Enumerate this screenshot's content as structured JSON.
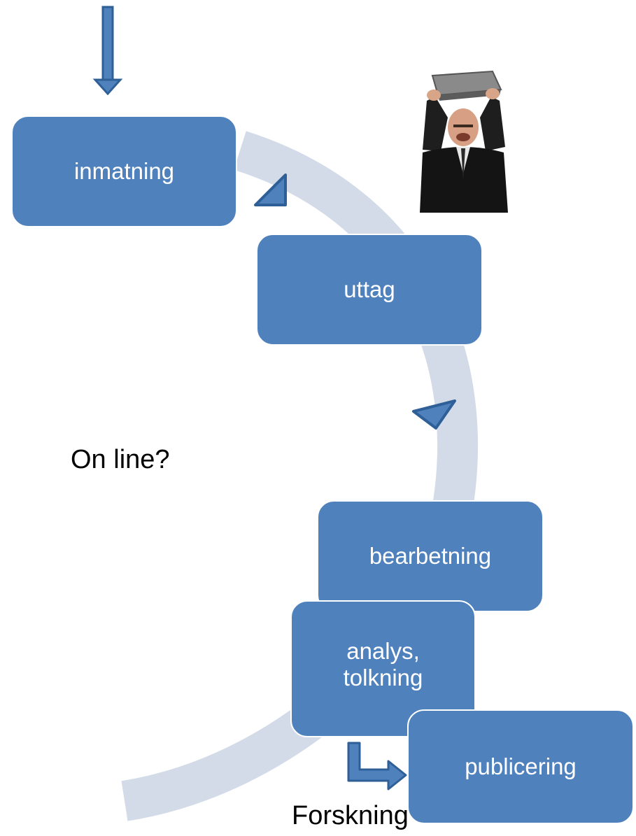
{
  "nodes": {
    "inmatning": "inmatning",
    "uttag": "uttag",
    "bearbetning": "bearbetning",
    "analys": "analys,\ntolkning",
    "publicering": "publicering"
  },
  "labels": {
    "online": "On line?",
    "forskning": "Forskning"
  },
  "icons": {
    "entry_arrow": "down-arrow-icon",
    "bent_arrow": "bent-arrow-icon",
    "photo": "man-smashing-laptop-photo"
  },
  "colors": {
    "box_fill": "#4f81bd",
    "box_border": "#ffffff",
    "flow_band": "#d3dbe8",
    "arrow_fill": "#4f81bd",
    "arrow_stroke": "#2f5f97"
  }
}
